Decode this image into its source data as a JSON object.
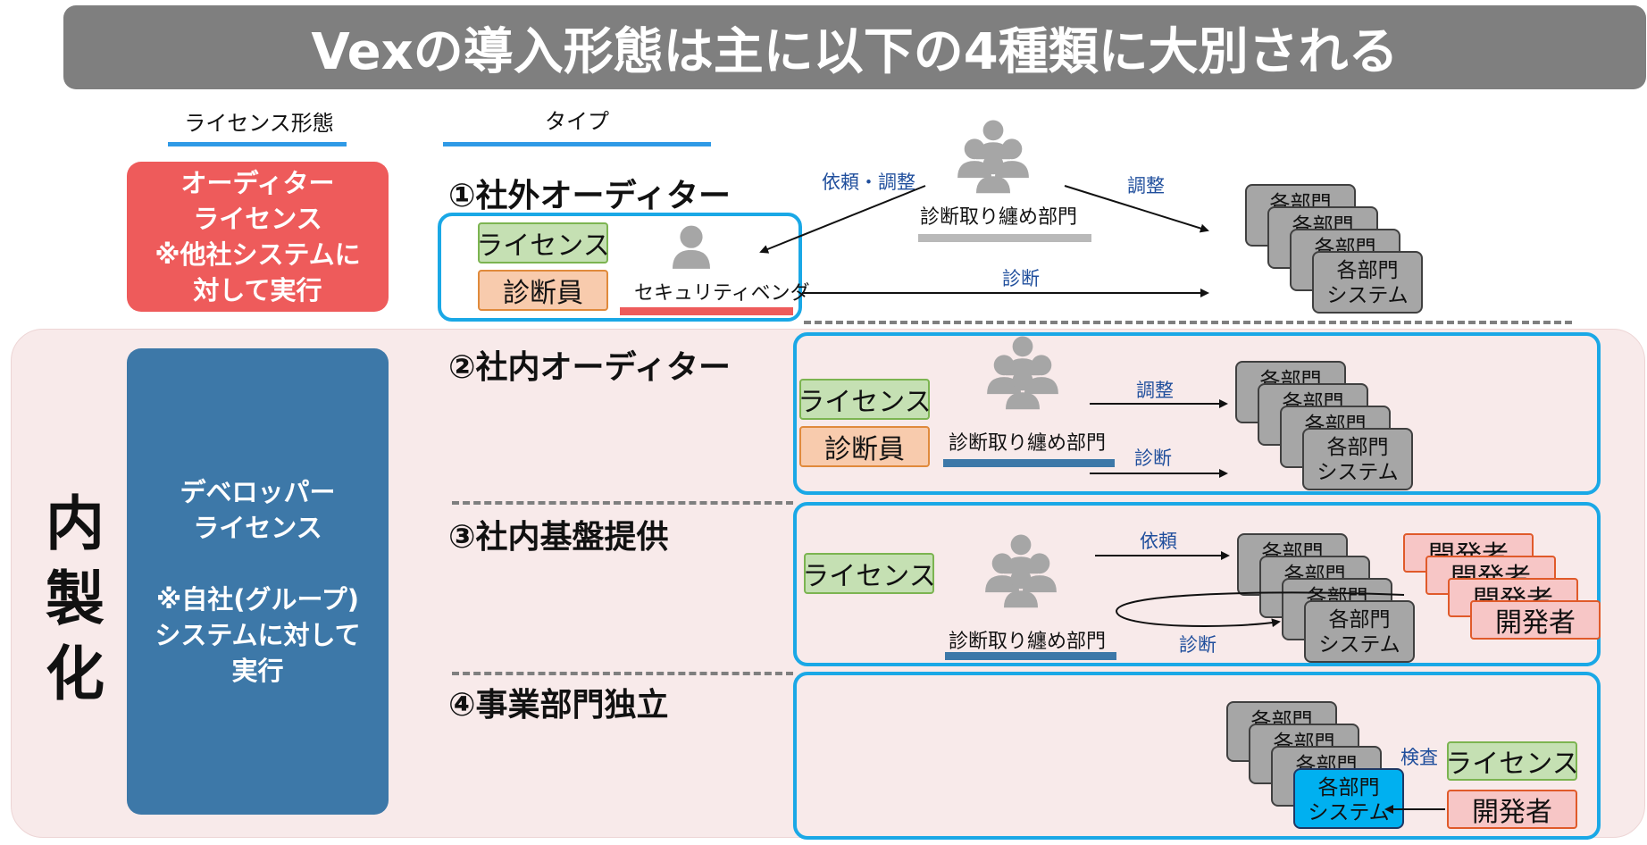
{
  "title": "Vexの導入形態は主に以下の4種類に大別される",
  "columns": {
    "license": "ライセンス形態",
    "type": "タイプ"
  },
  "licenses": {
    "auditor": [
      "オーディター",
      "ライセンス",
      "※他社システムに",
      "対して実行"
    ],
    "developer": [
      "デベロッパー",
      "ライセンス",
      "",
      "※自社(グループ)",
      "システムに対して",
      "実行"
    ]
  },
  "inhouse_label": [
    "内",
    "製",
    "化"
  ],
  "types": {
    "t1": "①社外オーディター",
    "t2": "②社内オーディター",
    "t3": "③社内基盤提供",
    "t4": "④事業部門独立"
  },
  "tags": {
    "license": "ライセンス",
    "auditor": "診断員",
    "developer": "開発者"
  },
  "people": {
    "security_vendor": "セキュリティベンダ",
    "coordinator": "診断取り纏め部門"
  },
  "system_box": {
    "line1": "各部門",
    "line2": "システム"
  },
  "arrows": {
    "request_adjust": "依頼・調整",
    "adjust": "調整",
    "diagnose": "診断",
    "request": "依頼",
    "inspect": "検査"
  },
  "colors": {
    "title_bg": "#7f7f7f",
    "auditor_license": "#ee5b5b",
    "developer_license": "#3d78a8",
    "frame": "#1aa8e6",
    "inhouse_bg": "#f8eaea"
  }
}
